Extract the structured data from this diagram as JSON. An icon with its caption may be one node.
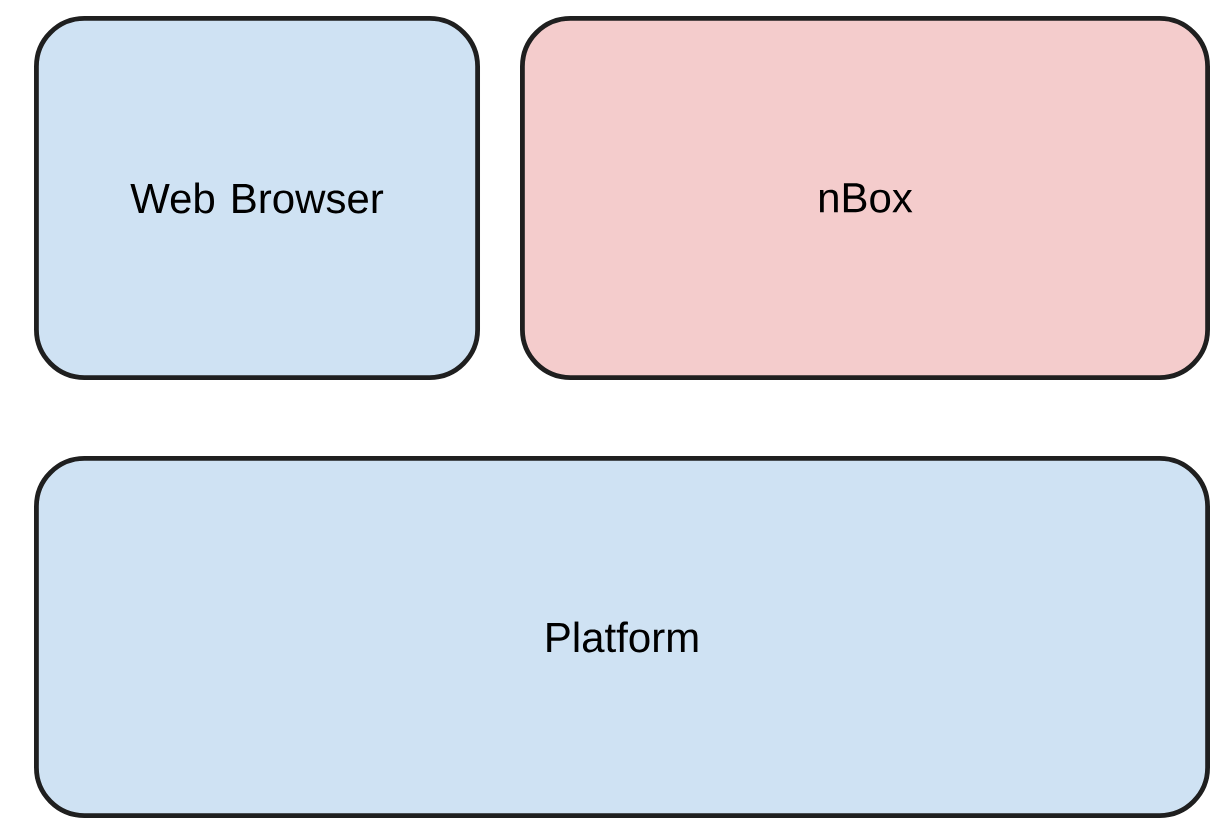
{
  "diagram": {
    "nodes": [
      {
        "text": [
          "Web Browser"
        ]
      },
      {
        "text": [
          "nBox"
        ]
      },
      {
        "text": [
          "Platform"
        ]
      }
    ]
  }
}
